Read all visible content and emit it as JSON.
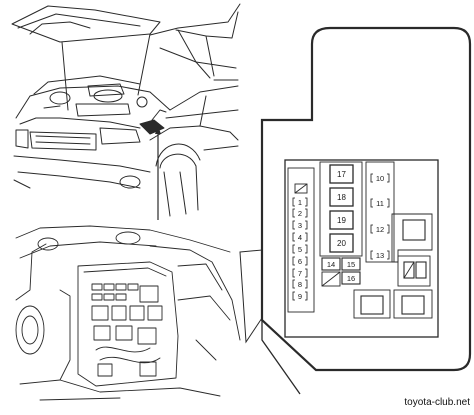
{
  "fuse_box": {
    "left_column": [
      "1",
      "2",
      "3",
      "4",
      "5",
      "6",
      "7",
      "8",
      "9"
    ],
    "center_fuses": [
      "17",
      "18",
      "19",
      "20"
    ],
    "small_fuses": [
      "14",
      "15",
      "16"
    ],
    "right_column": [
      "10",
      "11",
      "12",
      "13"
    ]
  },
  "watermark": "toyota-club.net",
  "icons": {
    "car": "car-hood-open-icon",
    "engine_bay": "engine-bay-fuse-box-icon",
    "fuse": "fuse-icon",
    "relay": "relay-icon"
  },
  "colors": {
    "line": "#2a2a2a",
    "background": "#ffffff"
  }
}
